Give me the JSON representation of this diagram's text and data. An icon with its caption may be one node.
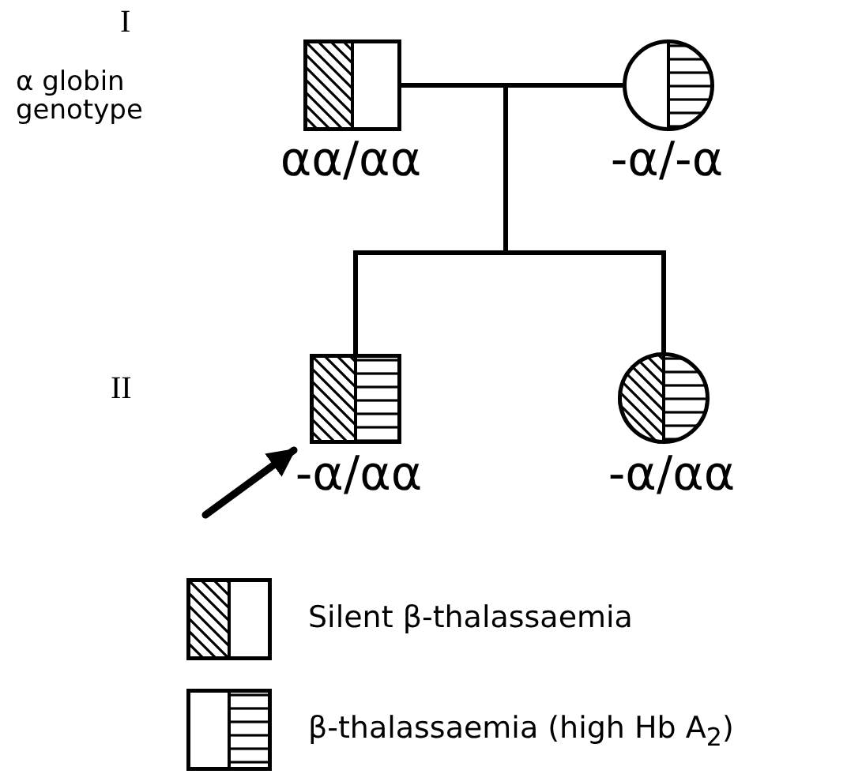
{
  "diagram": {
    "nodes": [
      {
        "text": [],
        "shape": "box",
        "beside": [
          "αα/αα"
        ]
      },
      {
        "text": [],
        "shape": "circle",
        "beside": [
          "-α/-α"
        ]
      },
      {
        "text": [],
        "shape": "box",
        "beside": [
          "-α/αα"
        ]
      },
      {
        "text": [],
        "shape": "circle",
        "beside": [
          "-α/αα"
        ]
      }
    ],
    "edges": [
      {
        "from": 0,
        "to": 1,
        "arrow": "none"
      },
      {
        "from": null,
        "to": 2,
        "arrow": "none"
      },
      {
        "from": null,
        "to": 3,
        "arrow": "none"
      },
      {
        "from": null,
        "to": 2,
        "arrow": "to"
      }
    ],
    "labels": [
      "I",
      "α globin genotype",
      "II"
    ],
    "legend": [
      {
        "text": "Silent β-thalassaemia"
      },
      {
        "text": "β-thalassaemia (high Hb A$_{2}$)"
      }
    ]
  }
}
